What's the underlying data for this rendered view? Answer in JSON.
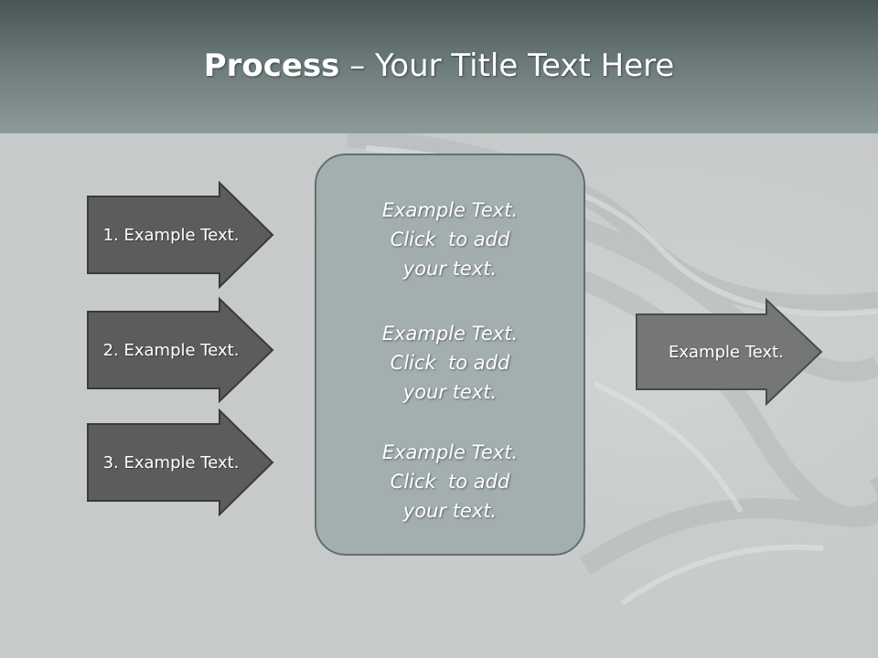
{
  "header": {
    "title_bold": "Process",
    "title_rest": " – Your Title Text Here"
  },
  "left_arrows": [
    {
      "label": "1. Example Text."
    },
    {
      "label": "2. Example Text."
    },
    {
      "label": "3. Example Text."
    }
  ],
  "center_box": {
    "blocks": [
      {
        "lines": [
          "Example Text.",
          "Click  to add",
          "your text."
        ]
      },
      {
        "lines": [
          "Example Text.",
          "Click  to add",
          "your text."
        ]
      },
      {
        "lines": [
          "Example Text.",
          "Click  to add",
          "your text."
        ]
      }
    ]
  },
  "right_arrow": {
    "label": "Example Text."
  },
  "colors": {
    "arrow_left_fill": "#5c5c5c",
    "arrow_right_fill": "#757777",
    "box_fill": "#a3aeae",
    "header_dark": "#485555"
  }
}
